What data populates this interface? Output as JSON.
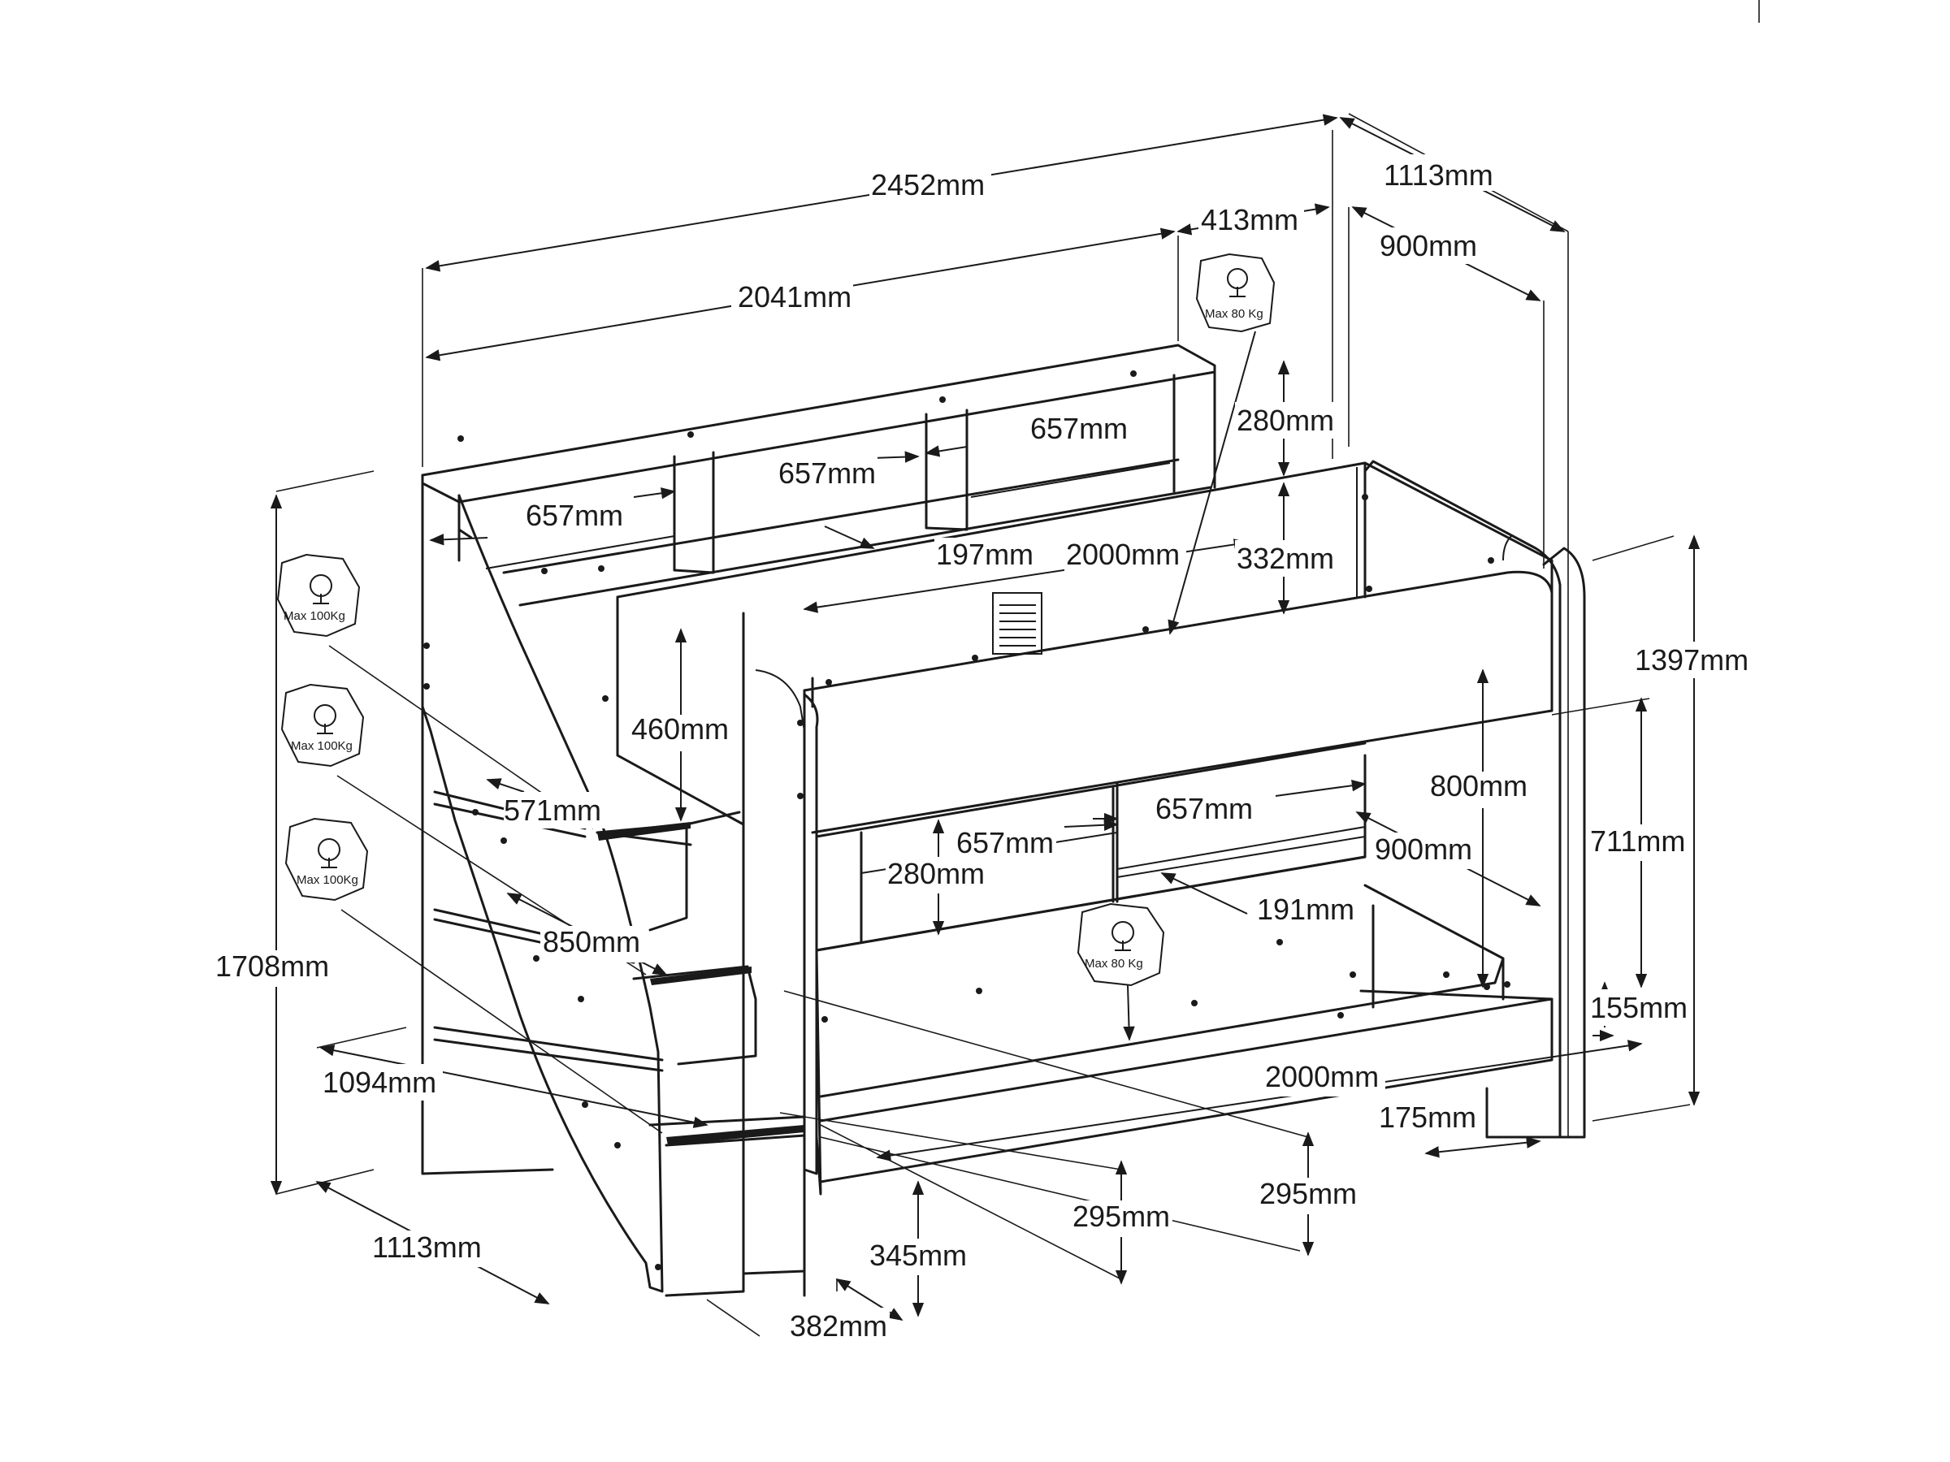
{
  "dimensions": {
    "top_total_length": "2452mm",
    "top_depth": "1113mm",
    "shelf_length": "2041mm",
    "shelf_depth": "413mm",
    "inner_depth_top": "900mm",
    "shelf_cell_1": "657mm",
    "shelf_cell_2": "657mm",
    "shelf_cell_3": "657mm",
    "rail_height": "280mm",
    "bed_length_top": "2000mm",
    "shelf_height": "197mm",
    "guard_height": "332mm",
    "overall_length_right": "1397mm",
    "step_riser": "460mm",
    "step_depth": "571mm",
    "under_bed_height": "800mm",
    "lower_shelf_cell_1": "657mm",
    "lower_shelf_cell_2": "657mm",
    "lower_rail_height": "280mm",
    "lower_inner_depth": "900mm",
    "lower_clearance": "711mm",
    "lower_shelf_depth": "191mm",
    "stair_width": "850mm",
    "overall_height": "1708mm",
    "stair_base_depth": "1094mm",
    "floor_clearance": "155mm",
    "bed_length_bottom": "2000mm",
    "base_height": "175mm",
    "drawer_height_1": "295mm",
    "drawer_height_2": "295mm",
    "step_height": "345mm",
    "bottom_depth": "1113mm",
    "step_width": "382mm"
  },
  "load_badges": {
    "top_bunk": "Max 80  Kg",
    "step_1": "Max 100Kg",
    "step_2": "Max 100Kg",
    "step_3": "Max 100Kg",
    "bottom_bunk": "Max 80  Kg"
  }
}
